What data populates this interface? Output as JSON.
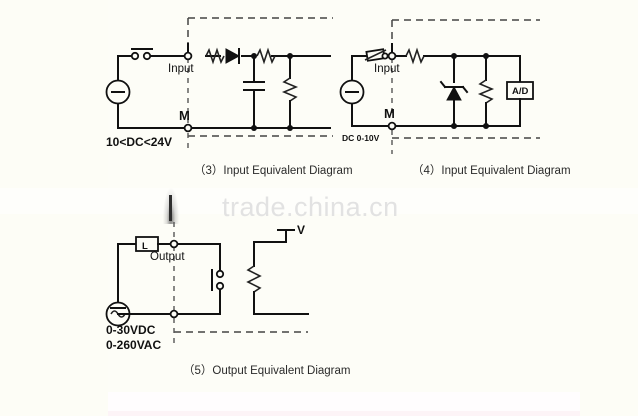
{
  "page": {
    "background_color": "#fdfdf7",
    "watermark_text": "trade.china.cn",
    "watermark_color": "#e2e2e2"
  },
  "diagrams": [
    {
      "id": "input-equivalent-3",
      "caption": "（3）Input Equivalent Diagram",
      "supply_label": "10<DC<24V",
      "terminal_input_label": "Input",
      "terminal_m_label": "M",
      "components": [
        {
          "name": "switch",
          "type": "switch"
        },
        {
          "name": "series-resistor-1",
          "type": "resistor"
        },
        {
          "name": "diode",
          "type": "diode"
        },
        {
          "name": "series-resistor-2",
          "type": "resistor"
        },
        {
          "name": "capacitor",
          "type": "capacitor"
        },
        {
          "name": "shunt-resistor",
          "type": "resistor"
        },
        {
          "name": "dc-source",
          "type": "dc-source"
        }
      ]
    },
    {
      "id": "input-equivalent-4",
      "caption": "（4）Input Equivalent Diagram",
      "supply_label": "DC 0-10V",
      "terminal_input_label": "Input",
      "terminal_m_label": "M",
      "ad_box_label": "A/D",
      "components": [
        {
          "name": "potentiometer",
          "type": "potentiometer"
        },
        {
          "name": "series-resistor",
          "type": "resistor"
        },
        {
          "name": "zener-diode",
          "type": "zener"
        },
        {
          "name": "shunt-resistor",
          "type": "resistor"
        },
        {
          "name": "ad-converter",
          "type": "box"
        },
        {
          "name": "dc-source",
          "type": "dc-source"
        }
      ]
    },
    {
      "id": "output-equivalent-5",
      "caption": "（5）Output Equivalent Diagram",
      "supply_label_line1": "0-30VDC",
      "supply_label_line2": "0-260VAC",
      "terminal_output_label": "Output",
      "load_box_label": "L",
      "v_terminal_label": "V",
      "components": [
        {
          "name": "load",
          "type": "box"
        },
        {
          "name": "relay-contact",
          "type": "contact"
        },
        {
          "name": "pull-resistor",
          "type": "resistor"
        },
        {
          "name": "ac-source",
          "type": "ac-source"
        }
      ]
    }
  ]
}
